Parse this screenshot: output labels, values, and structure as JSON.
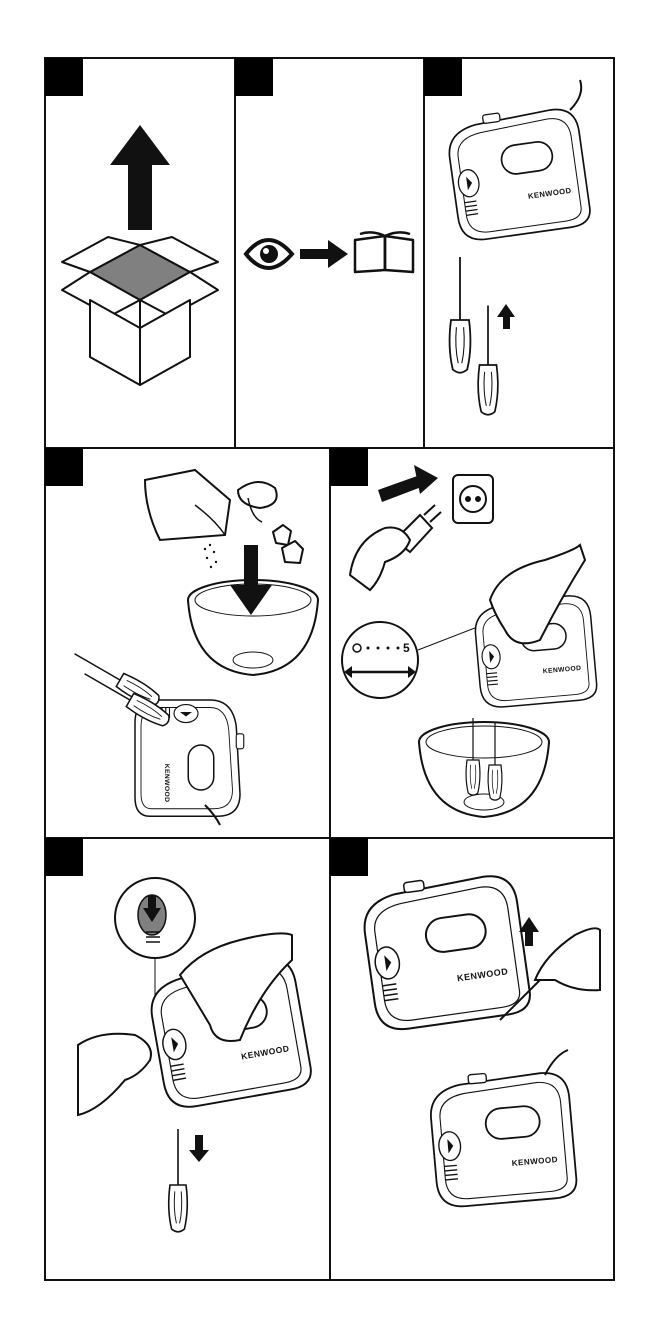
{
  "page": {
    "kind": "Kenwood hand mixer quick-start illustration sheet"
  },
  "panels": [
    {
      "id": "unpack",
      "icons": [
        "box-icon",
        "arrow-up-icon"
      ]
    },
    {
      "id": "read-instructions",
      "icons": [
        "eye-icon",
        "arrow-right-icon",
        "book-icon"
      ]
    },
    {
      "id": "insert-beaters",
      "icons": [
        "mixer-icon",
        "beater-icon",
        "arrow-up-icon"
      ]
    },
    {
      "id": "add-ingredients",
      "icons": [
        "flour-bag-icon",
        "egg-icon",
        "butter-icon",
        "bowl-icon",
        "arrow-down-icon",
        "mixer-icon"
      ]
    },
    {
      "id": "plug-in-and-mix",
      "icons": [
        "plug-icon",
        "socket-icon",
        "hand-icon",
        "speed-dial-icon",
        "mixer-icon",
        "bowl-icon"
      ]
    },
    {
      "id": "eject-beaters",
      "icons": [
        "hand-icon",
        "eject-button-icon",
        "mixer-icon",
        "beater-icon",
        "arrow-down-icon"
      ]
    },
    {
      "id": "cord-storage",
      "icons": [
        "mixer-icon",
        "cord-icon",
        "hand-icon",
        "arrow-up-icon"
      ]
    }
  ],
  "mixer": {
    "brand": "KENWOOD"
  },
  "speed_dial": {
    "max_label": "5",
    "dot_count": 4
  }
}
